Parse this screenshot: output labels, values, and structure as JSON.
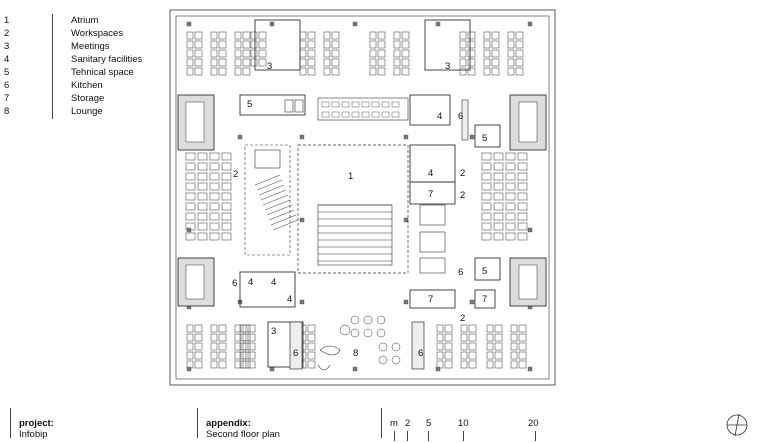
{
  "legend": {
    "items": [
      {
        "num": "1",
        "label": "Atrium"
      },
      {
        "num": "2",
        "label": "Workspaces"
      },
      {
        "num": "3",
        "label": "Meetings"
      },
      {
        "num": "4",
        "label": "Sanitary facilities"
      },
      {
        "num": "5",
        "label": "Tehnical space"
      },
      {
        "num": "6",
        "label": "Kitchen"
      },
      {
        "num": "7",
        "label": "Storage"
      },
      {
        "num": "8",
        "label": "Lounge"
      }
    ]
  },
  "titleblock": {
    "project_label": "project:",
    "project_value": "Infobip",
    "appendix_label": "appendix:",
    "appendix_value": "Second floor plan",
    "scale_unit": "m",
    "scale_marks": [
      "2",
      "5",
      "10",
      "20"
    ]
  },
  "plan_labels": {
    "atrium": "1",
    "work_left": "2",
    "work_right_top": "2",
    "work_right_mid": "2",
    "work_bottom": "2",
    "meet_tl": "3",
    "meet_tr": "3",
    "meet_bl": "3",
    "san_r": "4",
    "san_mid": "4",
    "san_bl1": "4",
    "san_bl2": "4",
    "san_bl3": "4",
    "tech_tl": "5",
    "tech_r1": "5",
    "tech_r2": "5",
    "kit_r1": "6",
    "kit_l": "6",
    "kit_r2": "6",
    "kit_b1": "6",
    "kit_b2": "6",
    "stor_1": "7",
    "stor_2": "7",
    "stor_3": "7",
    "lounge": "8"
  }
}
